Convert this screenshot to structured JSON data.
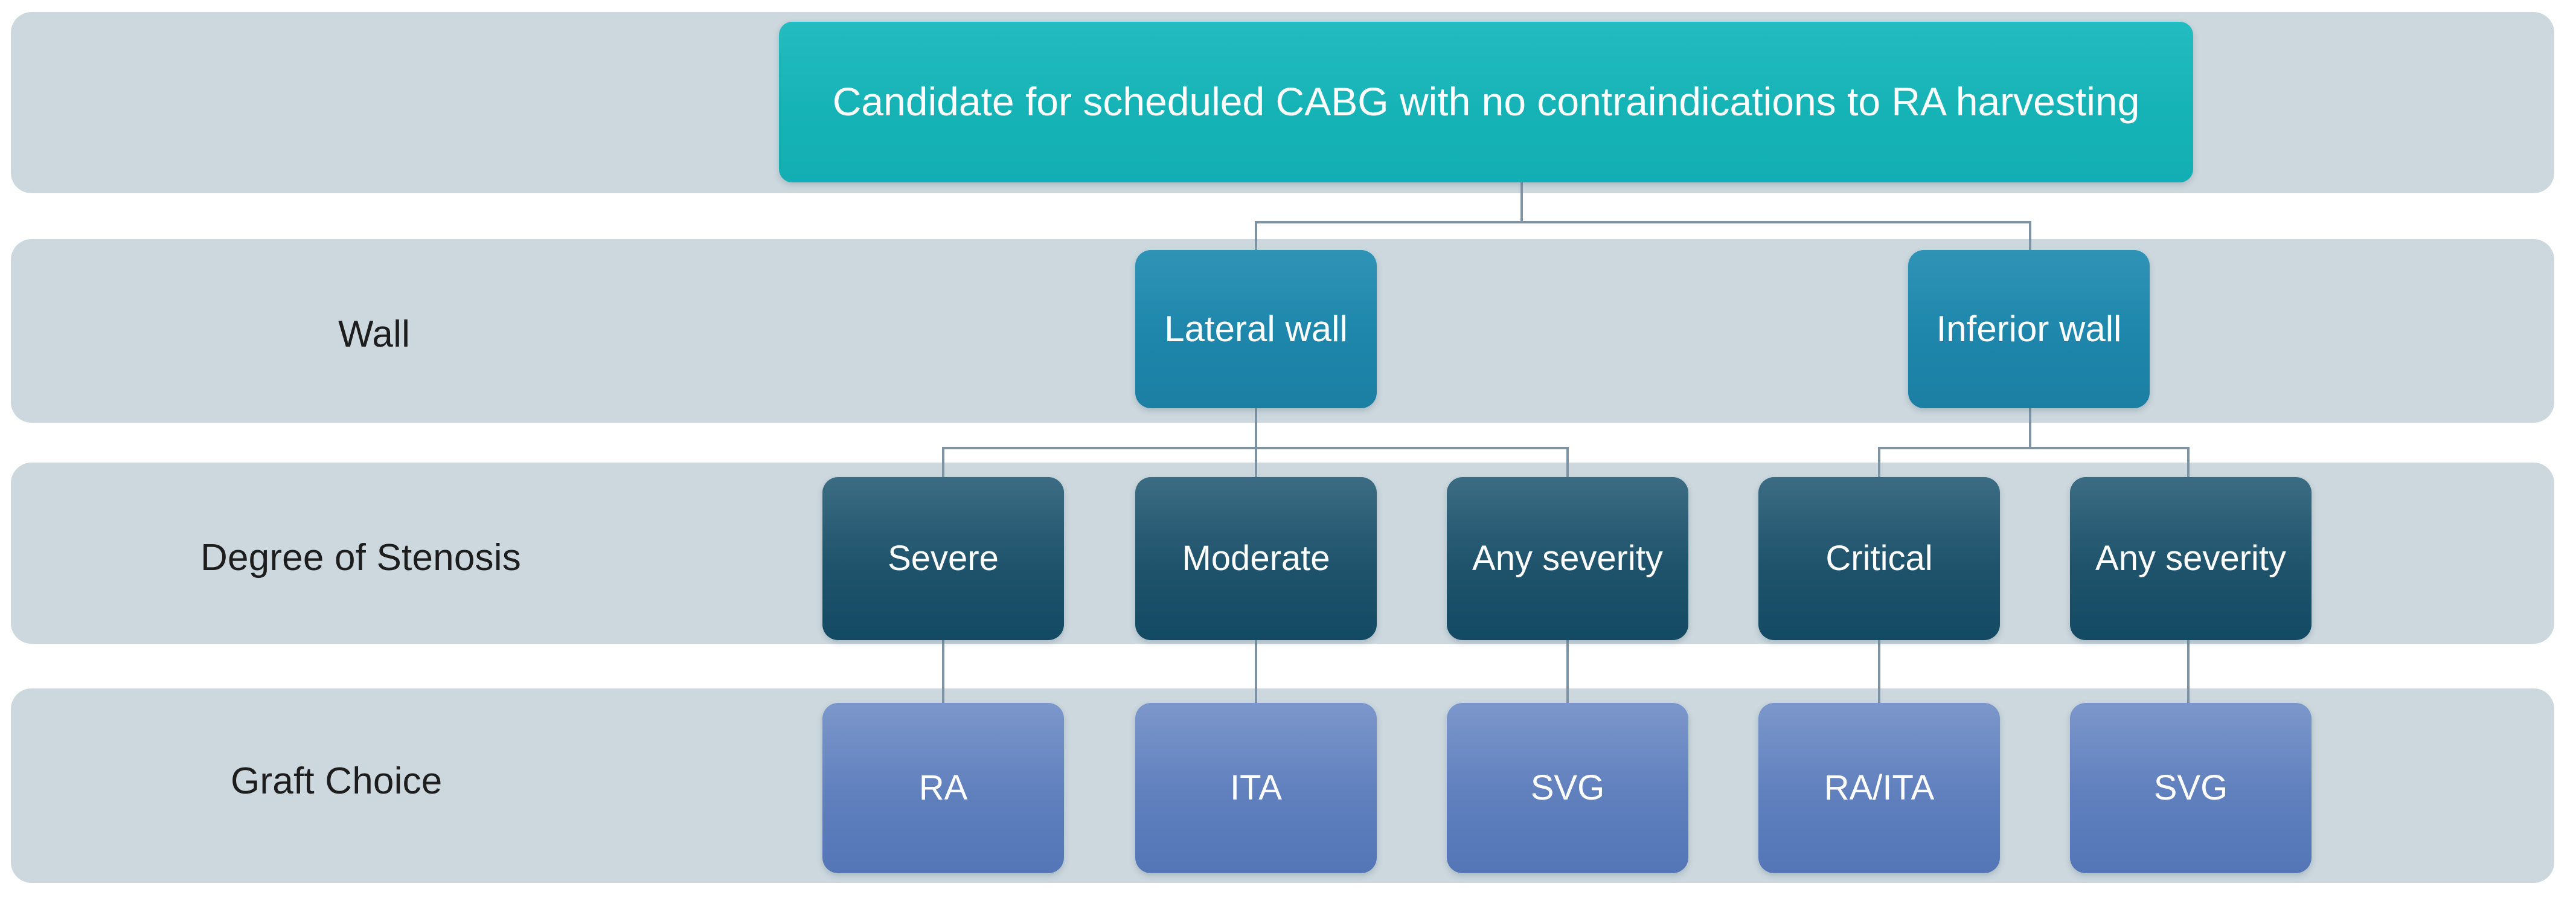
{
  "diagram": {
    "title_node": {
      "label": "Candidate for scheduled CABG with no contraindications to RA harvesting",
      "color": "#16b3b6"
    },
    "rows": [
      {
        "id": "wall",
        "label": "Wall"
      },
      {
        "id": "stenosis",
        "label": "Degree of Stenosis"
      },
      {
        "id": "graft",
        "label": "Graft Choice"
      }
    ],
    "wall_nodes": [
      {
        "label": "Lateral wall",
        "color": "#1e86ab"
      },
      {
        "label": "Inferior wall",
        "color": "#1e86ab"
      }
    ],
    "stenosis_nodes": [
      {
        "label": "Severe",
        "color": "#1f536c",
        "parent": "Lateral wall"
      },
      {
        "label": "Moderate",
        "color": "#1f536c",
        "parent": "Lateral wall"
      },
      {
        "label": "Any severity",
        "color": "#1f536c",
        "parent": "Lateral wall"
      },
      {
        "label": "Critical",
        "color": "#1f536c",
        "parent": "Inferior wall"
      },
      {
        "label": "Any severity",
        "color": "#1f536c",
        "parent": "Inferior wall"
      }
    ],
    "graft_nodes": [
      {
        "label": "RA",
        "color": "#5f7fbd",
        "parent": "Severe"
      },
      {
        "label": "ITA",
        "color": "#5f7fbd",
        "parent": "Moderate"
      },
      {
        "label": "SVG",
        "color": "#5f7fbd",
        "parent": "Any severity"
      },
      {
        "label": "RA/ITA",
        "color": "#5f7fbd",
        "parent": "Critical"
      },
      {
        "label": "SVG",
        "color": "#5f7fbd",
        "parent": "Any severity"
      }
    ],
    "band_color": "#ccd8de",
    "connector_color": "#7e94a4"
  }
}
